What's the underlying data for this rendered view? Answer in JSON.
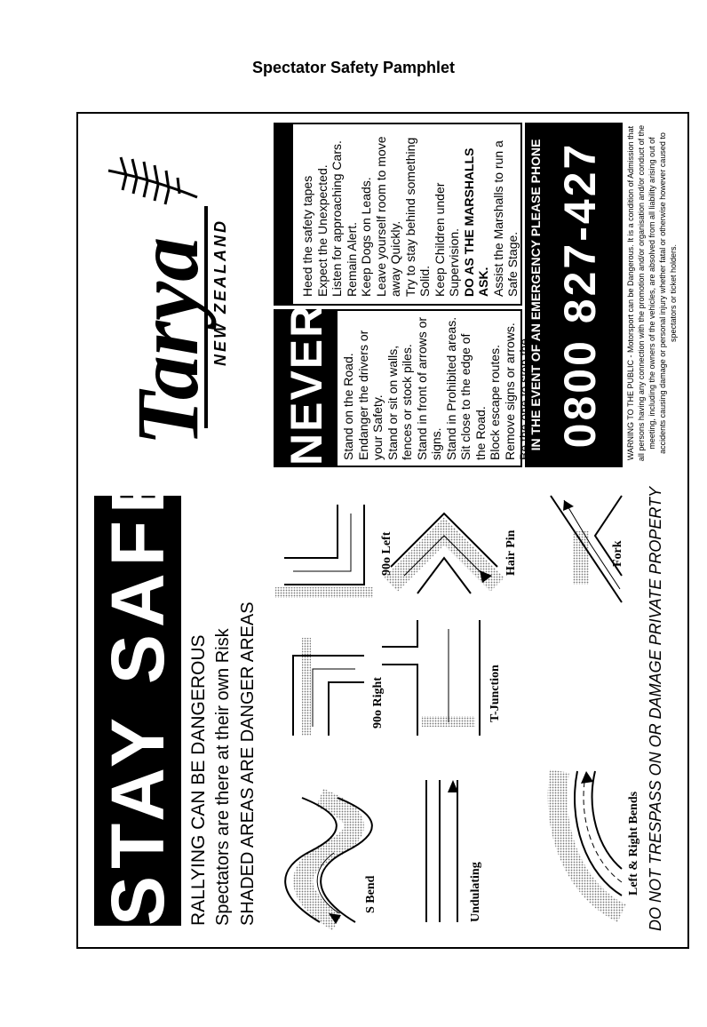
{
  "page_title": "Spectator Safety Pamphlet",
  "left_panel": {
    "headline": "STAY SAFE",
    "lines": [
      "RALLYING CAN BE DANGEROUS",
      "Spectators are there at their own Risk",
      "SHADED AREAS ARE DANGER AREAS"
    ],
    "diagrams": {
      "s_bend": "S Bend",
      "ninety_right": "90o Right",
      "ninety_left": "90o Left",
      "undulating": "Undulating",
      "t_junction": "T-Junction",
      "hair_pin": "Hair Pin",
      "left_right_bends": "Left & Right Bends",
      "fork": "Fork"
    },
    "footer": "DO NOT TRESPASS ON OR DAMAGE PRIVATE PROPERTY"
  },
  "logo": {
    "name": "Tarya",
    "sub": "NEW ZEALAND"
  },
  "never": {
    "heading": "NEVER",
    "items": [
      "Stand on the Road.",
      "Endanger the drivers or your Safety.",
      "Stand or sit on walls, fences or stock piles.",
      "Stand in front of arrows or signs.",
      "Stand in Prohibited areas.",
      "Sit close to the edge of the Road.",
      "Block escape routes.",
      "Remove signs or arrows.",
      "Be the one to stop the Stage."
    ]
  },
  "always": {
    "items": [
      "Heed the safety tapes",
      "Expect the Unexpected.",
      "Listen for approaching Cars.",
      "Remain Alert.",
      "Keep Dogs on Leads.",
      "Leave yourself room to move away Quickly.",
      "Try to stay behind something Solid.",
      "Keep Children under Supervision."
    ],
    "bold_item": "DO AS THE MARSHALLS ASK.",
    "last_item": "Assist the Marshalls to run a Safe Stage."
  },
  "emergency": {
    "heading": "IN THE EVENT OF AN EMERGENCY PLEASE PHONE",
    "phone": "0800 827-427"
  },
  "warning": "WARNING TO THE PUBLIC - Motorsport can be Dangerous. It is a condition of Admission that all persons having any connection with the promotion and/or organisation and/or conduct of the meeting, including the owners of the vehicles, are absolved from all liability arising out of accidents causing damage or personal injury whether fatal or otherwise however caused to spectators or ticket holders."
}
